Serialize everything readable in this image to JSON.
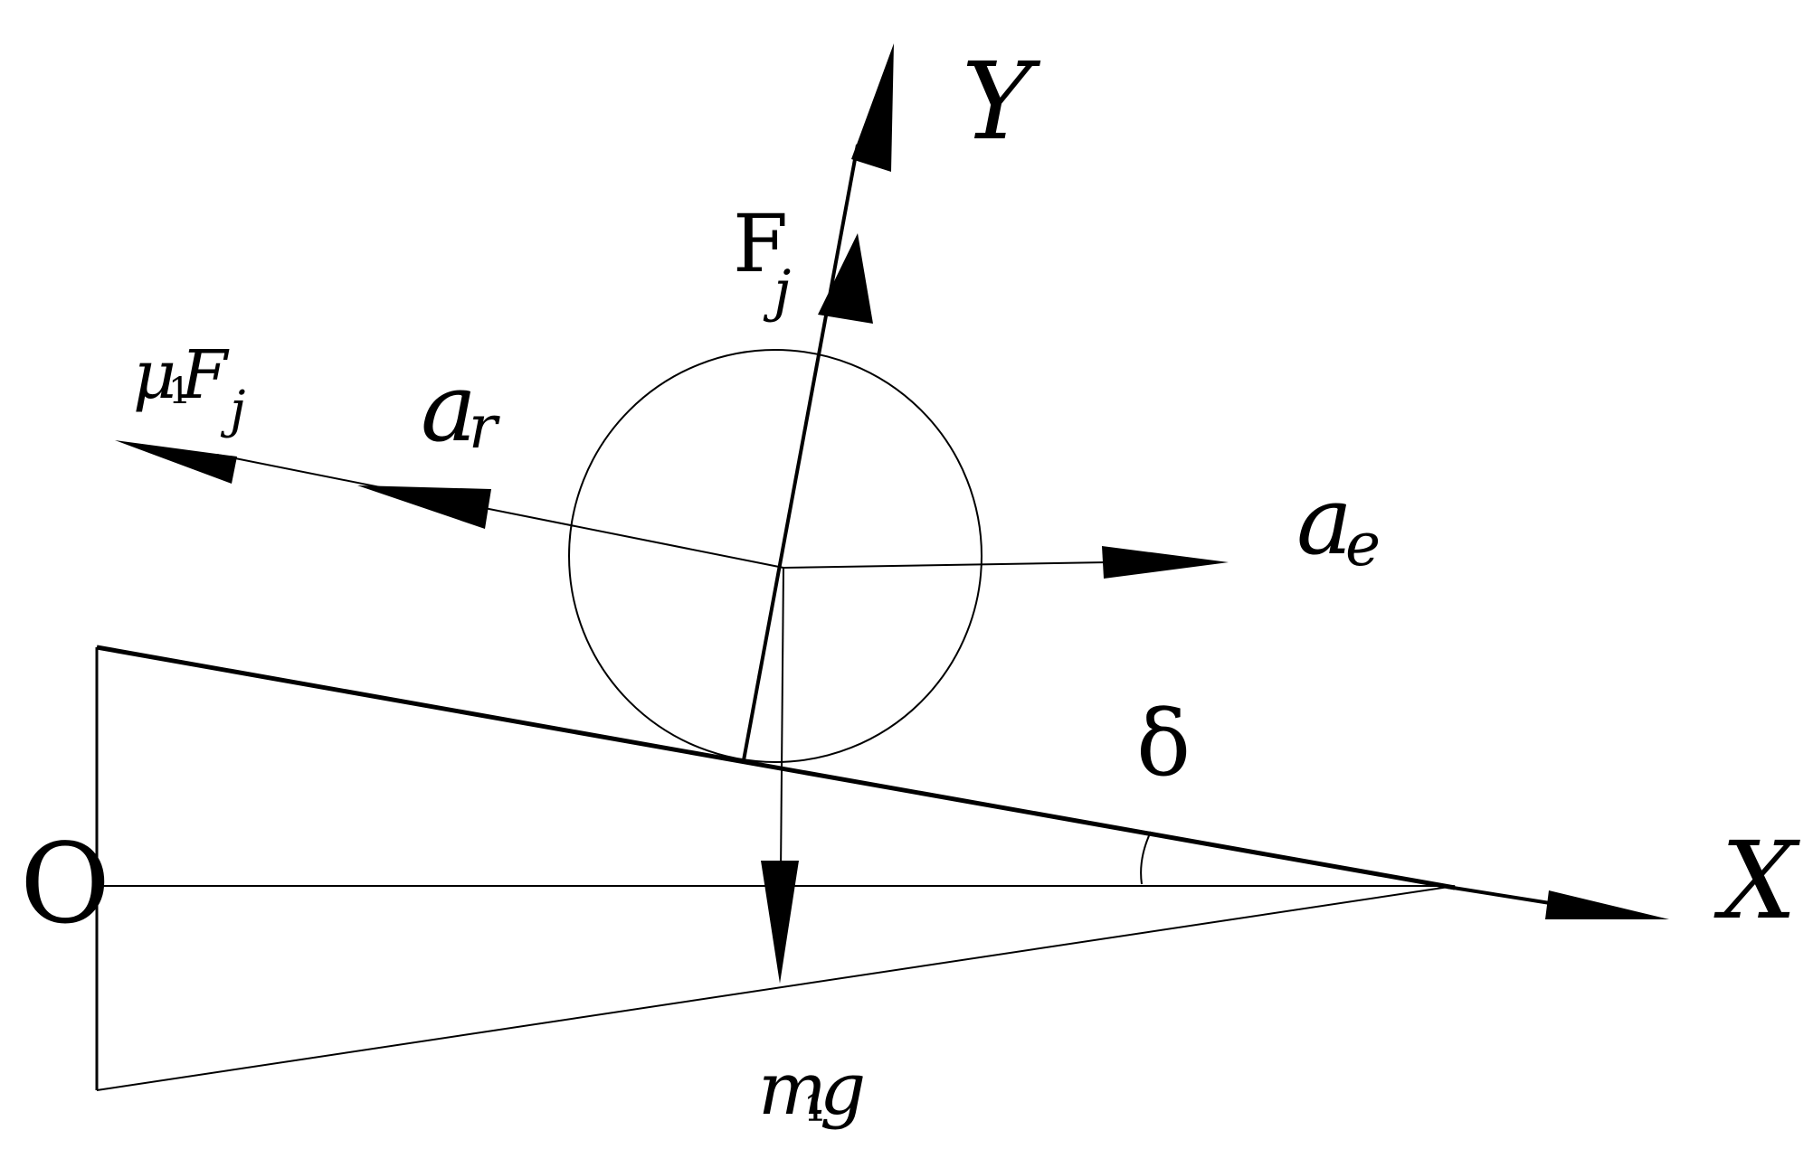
{
  "colors": {
    "ink": "#000000",
    "background": "#ffffff"
  },
  "labels": {
    "origin": "O",
    "x_axis": "X",
    "y_axis": "Y",
    "force_fj_main": "F",
    "force_fj_sub": "j",
    "friction_mu": "μ",
    "friction_mu_sub": "1",
    "friction_f": "F",
    "friction_f_sub": "j",
    "rel_accel_main": "a",
    "rel_accel_sub": "r",
    "ent_accel_main": "a",
    "ent_accel_sub": "e",
    "angle": "δ",
    "weight_m": "m",
    "weight_sub": "1",
    "weight_g": "g"
  }
}
